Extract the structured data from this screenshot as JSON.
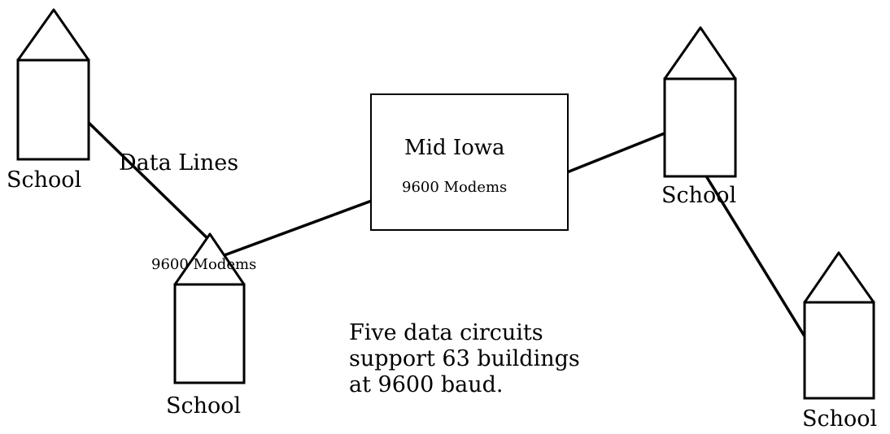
{
  "hub": {
    "name": "Mid Iowa",
    "modem_label": "9600 Modems"
  },
  "relay": {
    "modem_label": "9600 Modems"
  },
  "schools": {
    "top_left": "School",
    "bottom_left": "School",
    "top_right": "School",
    "bottom_right": "School"
  },
  "data_lines_label": "Data Lines",
  "note": {
    "line1": "Five data circuits",
    "line2": "support 63 buildings",
    "line3": "at 9600 baud."
  },
  "colors": {
    "stroke": "#000000",
    "background": "#ffffff"
  }
}
